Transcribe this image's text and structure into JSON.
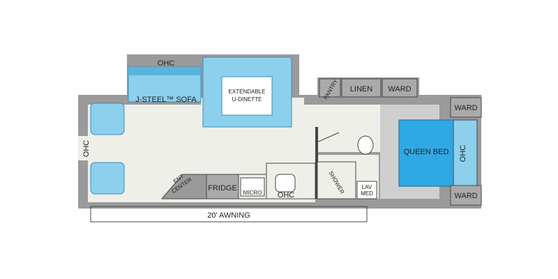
{
  "floorplan": {
    "labels": {
      "ohc_top": "OHC",
      "sofa": "J-STEEL™ SOFA",
      "dinette_line1": "EXTENDABLE",
      "dinette_line2": "U-DINETTE",
      "pantry": "PANTRY",
      "linen": "LINEN",
      "ward_slide": "WARD",
      "ward_top": "WARD",
      "ward_bottom": "WARD",
      "queen_bed": "QUEEN BED",
      "ohc_bed": "OHC",
      "ohc_front": "OHC",
      "ent_line1": "ENT.",
      "ent_line2": "CENTER",
      "fridge": "FRIDGE",
      "micro": "MICRO",
      "ohc_kitchen": "OHC",
      "shower": "SHOWER",
      "lav_line1": "LAV",
      "lav_line2": "MED",
      "awning": "20' AWNING"
    },
    "colors": {
      "floor": "#efefe9",
      "wall": "#9a9a9a",
      "furniture": "#8cd0ee",
      "furniture_dark": "#5ab4dc",
      "bed": "#2fa8e4",
      "cabinet": "#aaaaaa",
      "outline": "#444444"
    }
  }
}
